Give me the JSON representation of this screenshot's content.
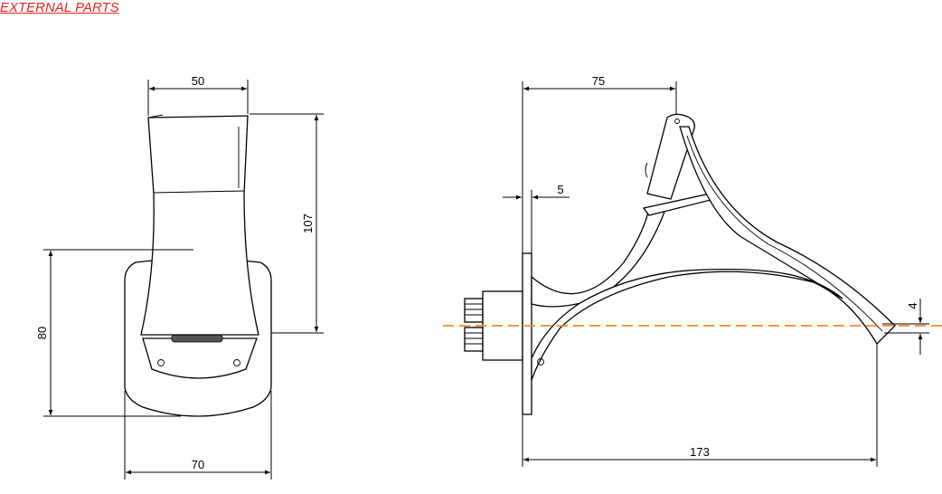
{
  "heading": "EXTERNAL PARTS",
  "colors": {
    "heading": "#e8231e",
    "centerline": "#f08a24",
    "line": "#000000"
  },
  "front_view": {
    "dim_width_top": "50",
    "dim_height_right": "107",
    "dim_height_left": "80",
    "dim_width_bottom": "70"
  },
  "side_view": {
    "dim_top": "75",
    "dim_plate": "5",
    "dim_offset": "4",
    "dim_length": "173"
  }
}
